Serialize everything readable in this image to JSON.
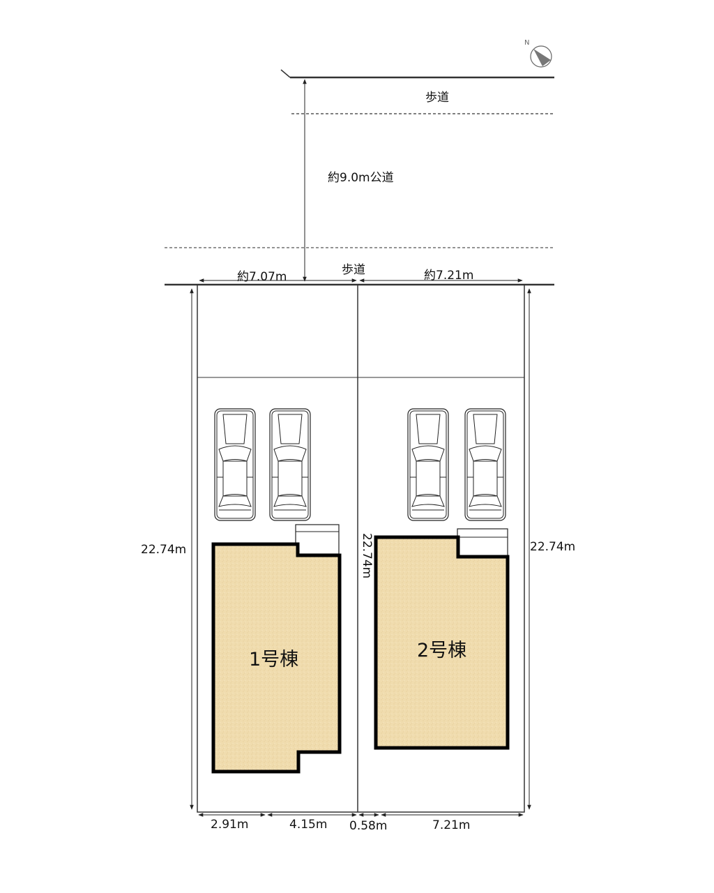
{
  "compass": {
    "label": "N",
    "icon": "north-arrow-icon"
  },
  "road": {
    "sidewalk_top_label": "歩道",
    "road_label": "約9.0m公道",
    "sidewalk_bottom_label": "歩道"
  },
  "frontage": {
    "lot1_width": "約7.07m",
    "lot2_width": "約7.21m"
  },
  "depth": {
    "left": "22.74m",
    "middle": "22.74m",
    "right": "22.74m"
  },
  "bottom_dims": [
    "2.91m",
    "4.15m",
    "0.58m",
    "7.21m"
  ],
  "buildings": [
    {
      "label": "1号棟"
    },
    {
      "label": "2号棟"
    }
  ],
  "parking": {
    "cars_per_lot": 2,
    "icon": "car-icon"
  },
  "colors": {
    "building_fill": "#f0dcae",
    "outline": "#000000",
    "line": "#333333"
  }
}
